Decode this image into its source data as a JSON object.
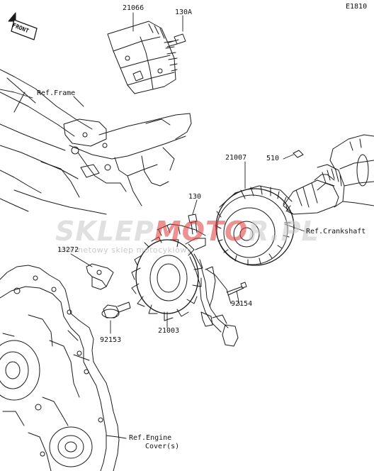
{
  "diagram_code": "E1810",
  "direction_tag": "FRONT",
  "parts": {
    "regulator": "21066",
    "regulator_bolt": "130A",
    "flywheel_rotor": "21007",
    "key": "510",
    "bolt_130": "130",
    "bracket": "13272",
    "stator_bolt_pin": "92154",
    "flange_bolt": "92153",
    "stator": "21003"
  },
  "refs": {
    "frame": "Ref.Frame",
    "crankshaft": "Ref.Crankshaft",
    "engine_cover_line1": "Ref.Engine",
    "engine_cover_line2": "Cover(s)"
  },
  "watermark": {
    "brand_a": "SKLEP",
    "brand_b": "MOTO",
    "brand_c": "R.PL",
    "tagline": "internetowy sklep motocyklowy",
    "brand_color": "#e03a3a",
    "gray_color": "#c8c8c8"
  }
}
